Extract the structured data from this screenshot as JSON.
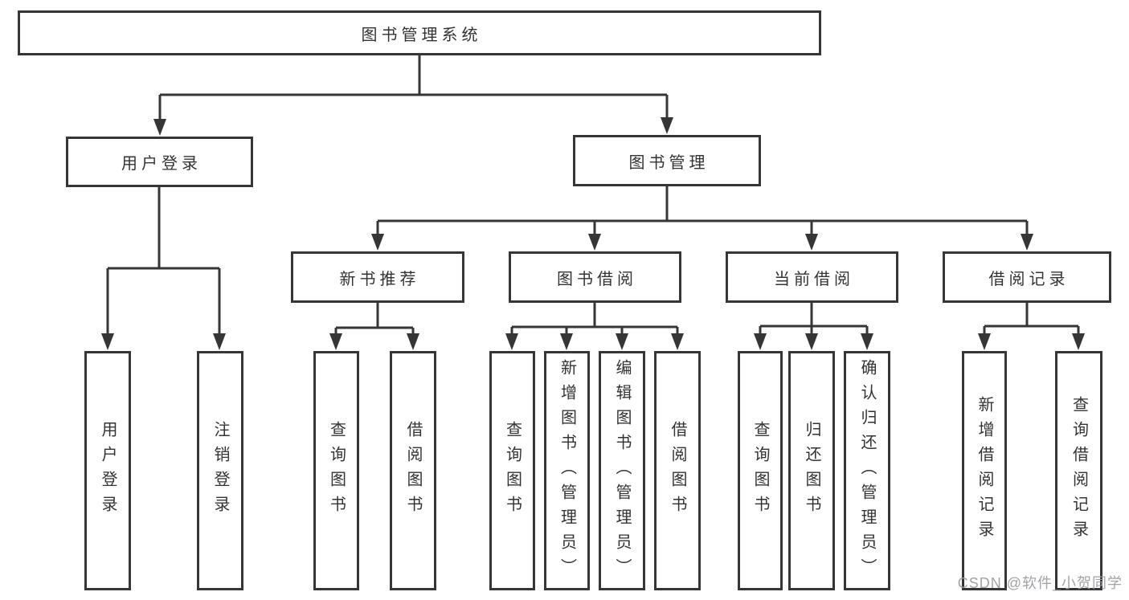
{
  "tree": {
    "label": "图书管理系统",
    "children": [
      {
        "label": "用户登录",
        "children": [
          {
            "label": "用户登录"
          },
          {
            "label": "注销登录"
          }
        ]
      },
      {
        "label": "图书管理",
        "children": [
          {
            "label": "新书推荐",
            "children": [
              {
                "label": "查询图书"
              },
              {
                "label": "借阅图书"
              }
            ]
          },
          {
            "label": "图书借阅",
            "children": [
              {
                "label": "查询图书"
              },
              {
                "label": "新增图书（管理员）"
              },
              {
                "label": "编辑图书（管理员）"
              },
              {
                "label": "借阅图书"
              }
            ]
          },
          {
            "label": "当前借阅",
            "children": [
              {
                "label": "查询图书"
              },
              {
                "label": "归还图书"
              },
              {
                "label": "确认归还（管理员）"
              }
            ]
          },
          {
            "label": "借阅记录",
            "children": [
              {
                "label": "新增借阅记录"
              },
              {
                "label": "查询借阅记录"
              }
            ]
          }
        ]
      }
    ]
  },
  "watermark": {
    "text": "CSDN @软件_小贺同学"
  },
  "colors": {
    "line": "#363636",
    "text": "#333333",
    "box_background": "#ffffff",
    "watermark": "#9e9ea2"
  }
}
